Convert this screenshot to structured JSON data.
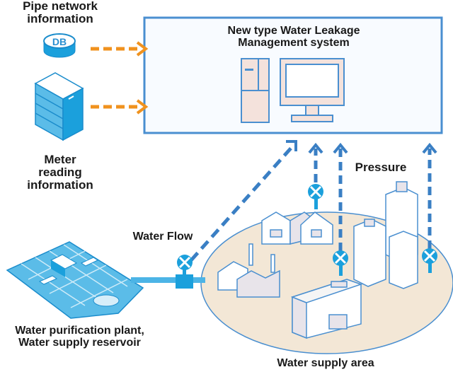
{
  "labels": {
    "pipe_network": [
      "Pipe network",
      "information"
    ],
    "meter_reading": [
      "Meter",
      "reading",
      "information"
    ],
    "system_title": [
      "New type Water Leakage",
      "Management system"
    ],
    "water_flow": "Water Flow",
    "pressure": "Pressure",
    "plant": [
      "Water purification plant,",
      "Water supply reservoir"
    ],
    "supply_area": "Water supply area"
  },
  "icons": {
    "db": "DB"
  },
  "colors": {
    "orange_arrow": "#f0921e",
    "blue_line": "#3a7fc4",
    "sensor": "#1ba0dc",
    "building_blue": "#5bbce8",
    "area_fill": "#f3e7d6",
    "system_box_border": "#4a8fd0",
    "pc_fill": "#f4e2dc"
  }
}
